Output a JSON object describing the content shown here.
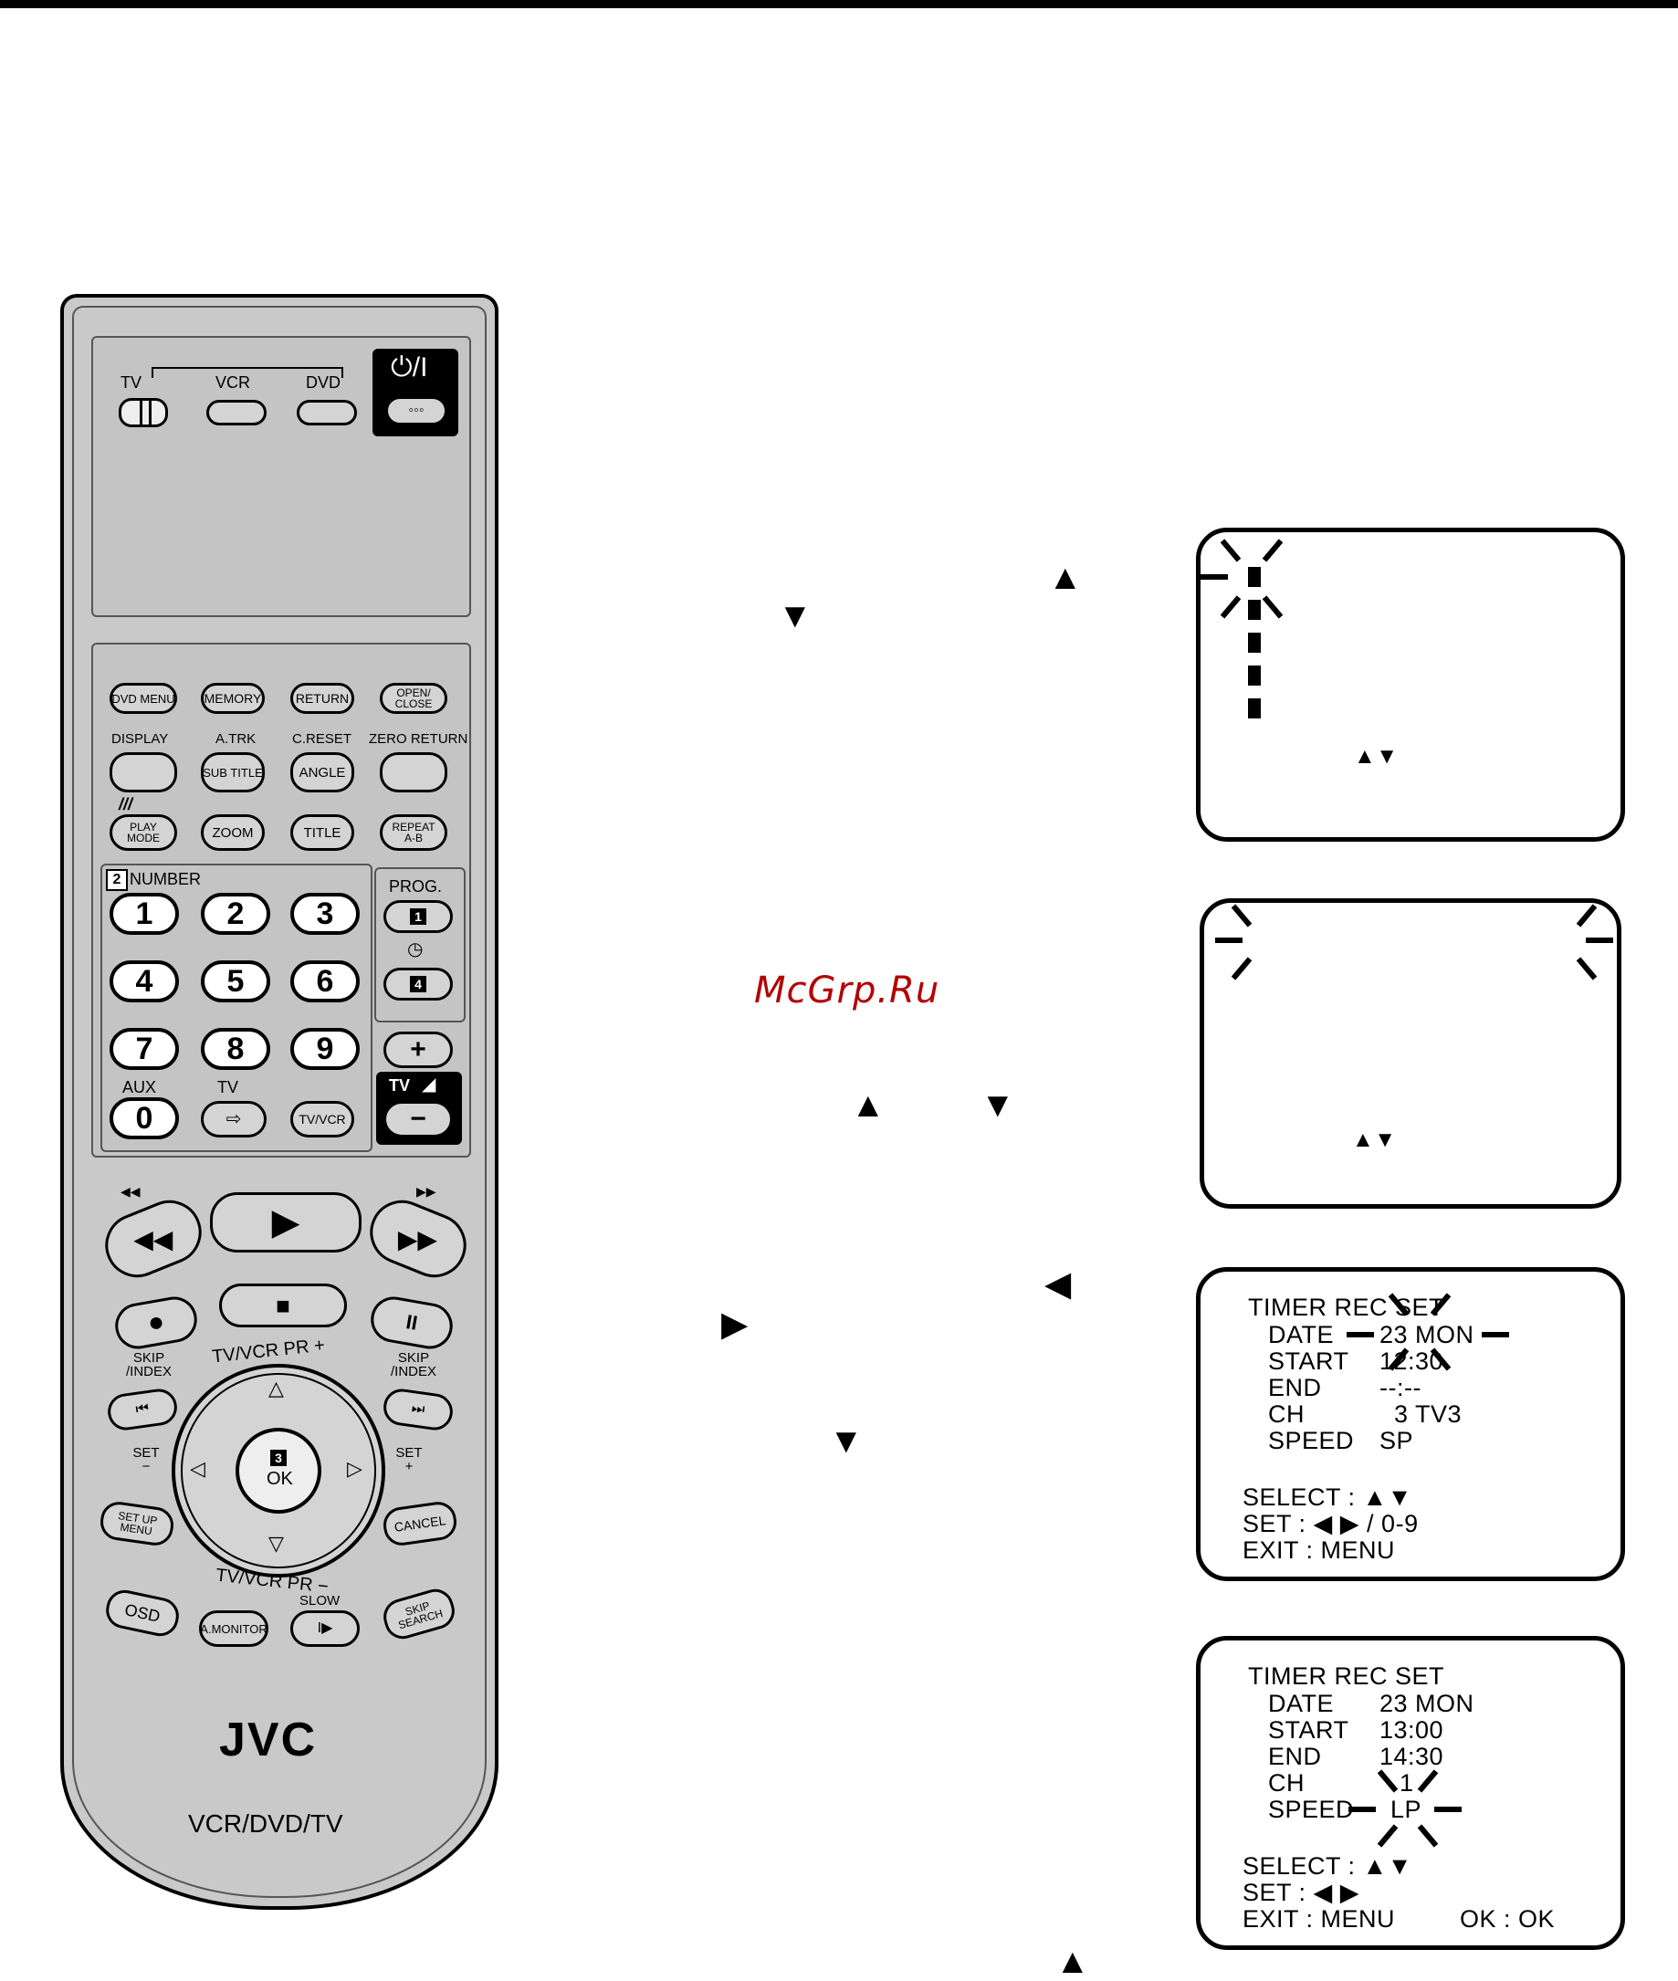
{
  "remote": {
    "mode_switch": {
      "tv": "TV",
      "vcr": "VCR",
      "dvd": "DVD"
    },
    "power_label": "⏻/I",
    "power_dots": "◦◦◦",
    "row1": [
      "DVD MENU",
      "MEMORY",
      "RETURN",
      "OPEN/ CLOSE"
    ],
    "row2_labels": [
      "DISPLAY",
      "A.TRK",
      "C.RESET",
      "ZERO RETURN"
    ],
    "row2_buttons": [
      "",
      "SUB TITLE",
      "ANGLE",
      ""
    ],
    "row3_mark": "///",
    "row3": [
      "PLAY MODE",
      "ZOOM",
      "TITLE",
      "REPEAT A-B"
    ],
    "number_badge": "2",
    "number_label": "NUMBER",
    "digits": [
      "1",
      "2",
      "3",
      "4",
      "5",
      "6",
      "7",
      "8",
      "9",
      "0"
    ],
    "aux_label": "AUX",
    "tv_small_label": "TV",
    "tvvcr_button": "TV/VCR",
    "prog_label": "PROG.",
    "prog_badge_1": "1",
    "prog_badge_4": "4",
    "plus_symbol": "+",
    "minus_symbol": "−",
    "tv_vol_label": "TV",
    "ffwd_symbol": "▶▶",
    "rew_symbol": "◀◀",
    "play_symbol": "▶",
    "stop_symbol": "■",
    "rec_symbol": "●",
    "pause_symbol": "II",
    "skip_index_left": "SKIP /INDEX",
    "skip_index_right": "SKIP /INDEX",
    "tvvcr_pr_plus": "TV/VCR PR +",
    "tvvcr_pr_minus": "TV/VCR PR −",
    "set_minus": "SET −",
    "set_plus": "SET +",
    "ok_badge": "3",
    "ok_label": "OK",
    "setup_menu": "SET UP MENU",
    "cancel": "CANCEL",
    "osd": "OSD",
    "amonitor": "A.MONITOR",
    "slow": "SLOW",
    "skip_search": "SKIP SEARCH",
    "brand": "JVC",
    "model": "VCR/DVD/TV"
  },
  "arrows": {
    "up": "▲",
    "down": "▼",
    "left": "◀",
    "right": "▶"
  },
  "watermark": "McGrp.Ru",
  "screens": {
    "s1": {
      "arrows": "▲▼"
    },
    "s2": {
      "arrows": "▲▼"
    },
    "s3": {
      "title": "TIMER REC SET",
      "labels": [
        "DATE",
        "START",
        "END",
        "CH",
        "SPEED"
      ],
      "values": [
        "23  MON",
        "12:30",
        "--:--",
        "3  TV3",
        "SP"
      ],
      "select": "SELECT : ▲▼",
      "set": "SET        : ◀ ▶ / 0-9",
      "exit": "EXIT       : MENU"
    },
    "s4": {
      "title": "TIMER REC SET",
      "labels": [
        "DATE",
        "START",
        "END",
        "CH",
        "SPEED"
      ],
      "values": [
        "23  MON",
        "13:00",
        "14:30",
        "1",
        "LP"
      ],
      "select": "SELECT : ▲▼",
      "set": "SET        : ◀ ▶",
      "exit": "EXIT       : MENU",
      "ok": "OK : OK"
    }
  }
}
